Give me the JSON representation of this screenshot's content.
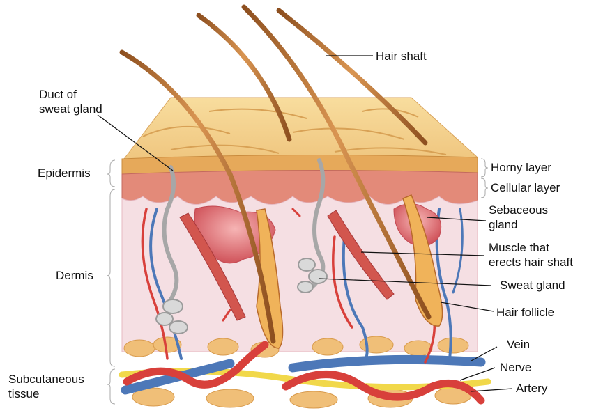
{
  "labels": {
    "hair_shaft": "Hair shaft",
    "duct_line1": "Duct of",
    "duct_line2": "sweat gland",
    "epidermis": "Epidermis",
    "horny_layer": "Horny layer",
    "cellular_layer": "Cellular layer",
    "sebaceous_line1": "Sebaceous",
    "sebaceous_line2": "gland",
    "muscle_line1": "Muscle that",
    "muscle_line2": "erects hair shaft",
    "dermis": "Dermis",
    "sweat_gland": "Sweat gland",
    "hair_follicle": "Hair follicle",
    "vein": "Vein",
    "nerve": "Nerve",
    "artery": "Artery",
    "subcutaneous_line1": "Subcutaneous",
    "subcutaneous_line2": "tissue"
  },
  "colors": {
    "skin_top": "#f3cf86",
    "horny": "#e9b25e",
    "cellular": "#e58a78",
    "dermis": "#f6e0e4",
    "hair": "#b86a2c",
    "artery": "#d8403b",
    "vein": "#4d78b8",
    "nerve": "#f2d94c",
    "fat": "#f1c27c",
    "sweat_gland": "#c9c9c9"
  }
}
